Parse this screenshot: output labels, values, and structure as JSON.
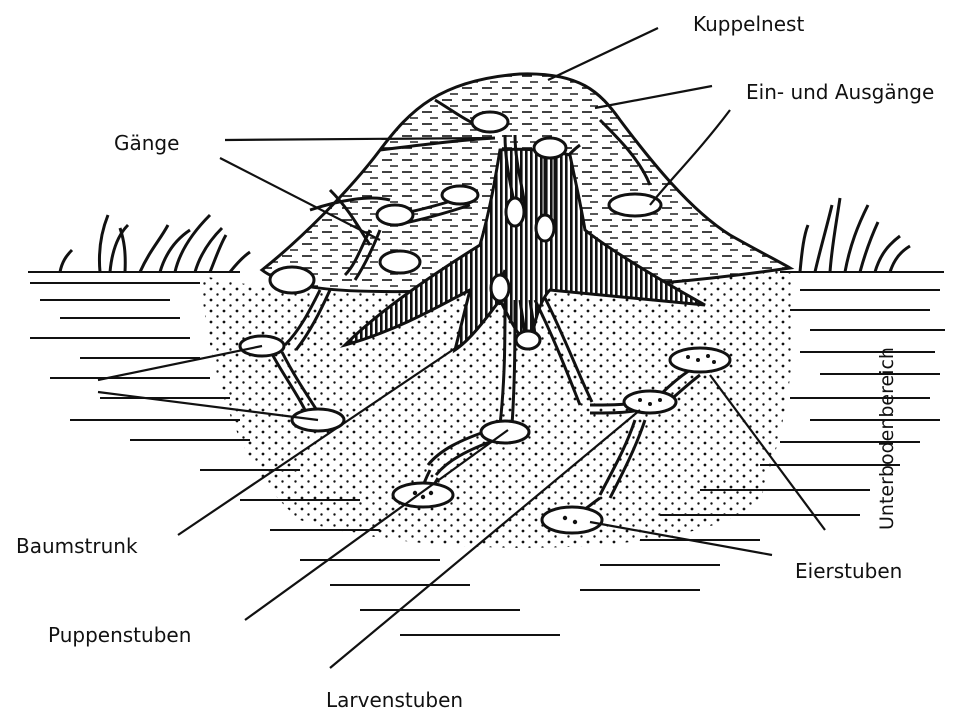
{
  "labels": {
    "kuppelnest": "Kuppelnest",
    "ein_ausgaenge": "Ein- und Ausgänge",
    "gaenge": "Gänge",
    "unterbodenbereich": "Unterbodenbereich",
    "baumstrunk": "Baumstrunk",
    "eierstuben": "Eierstuben",
    "puppenstuben": "Puppenstuben",
    "larvenstuben": "Larvenstuben"
  },
  "colors": {
    "ink": "#111111",
    "paper": "#ffffff"
  }
}
